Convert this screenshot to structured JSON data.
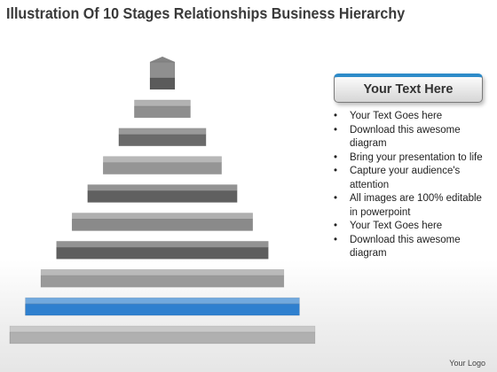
{
  "title": "Illustration Of 10 Stages Relationships Business Hierarchy",
  "header_box": "Your Text Here",
  "bullets": [
    "Your Text Goes here",
    "Download this awesome diagram",
    "Bring your presentation to life",
    "Capture your audience's attention",
    "All images are 100% editable in powerpoint",
    "Your Text Goes here",
    "Download this awesome diagram"
  ],
  "footer": "Your Logo",
  "pyramid": {
    "stages": 10,
    "highlighted_stage": 9,
    "stage_colors": [
      "#5b5b5b",
      "#8e8e8e",
      "#6a6a6a",
      "#959595",
      "#606060",
      "#8a8a8a",
      "#5e5e5e",
      "#9a9a9a",
      "#2f80cf",
      "#b0b0b0"
    ]
  },
  "colors": {
    "accent": "#2e8bc9",
    "highlight": "#2f80cf"
  }
}
